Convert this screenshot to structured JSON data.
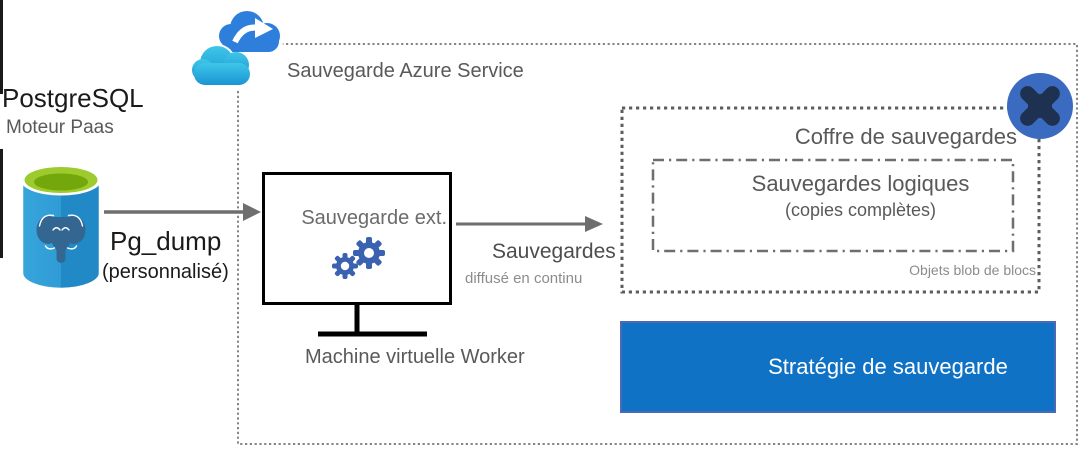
{
  "source": {
    "title": "PostgreSQL",
    "subtitle": "Moteur Paas",
    "icon": "postgresql-database-icon"
  },
  "flow": {
    "dump_label": "Pg_dump",
    "dump_note": "(personnalisé)",
    "stream_label": "Sauvegardes",
    "stream_note": "diffusé en continu"
  },
  "service": {
    "title": "Sauvegarde Azure Service",
    "icon": "azure-backup-cloud-icon"
  },
  "worker": {
    "label": "Sauvegarde ext.",
    "caption": "Machine virtuelle Worker",
    "icon": "gears-icon"
  },
  "vault": {
    "title": "Coffre de sauvegardes",
    "badge_icon": "backup-vault-badge-icon",
    "inner": {
      "title": "Sauvegardes logiques",
      "note": "(copies complètes)"
    },
    "footer": "Objets blob de blocs"
  },
  "policy": {
    "label": "Stratégie de sauvegarde"
  },
  "colors": {
    "policy_fill": "#1072C5",
    "policy_border": "#4B69B4",
    "gear_blue": "#3A62B0",
    "badge_fill": "#3A6BC1",
    "badge_glyph": "#1F3150",
    "cloud_back_blue": "#2E7FDB",
    "cloud_front_top": "#3EC6E8",
    "cloud_front_bottom": "#1B95D3",
    "cylinder_blue": "#2F9CD6",
    "cylinder_green": "#9DCB2E",
    "elephant_blue": "#336791",
    "text_dark": "#1A1A1A",
    "text_gray": "#595959",
    "text_light": "#8C8C8C",
    "arrow_gray": "#6E6E6E"
  }
}
